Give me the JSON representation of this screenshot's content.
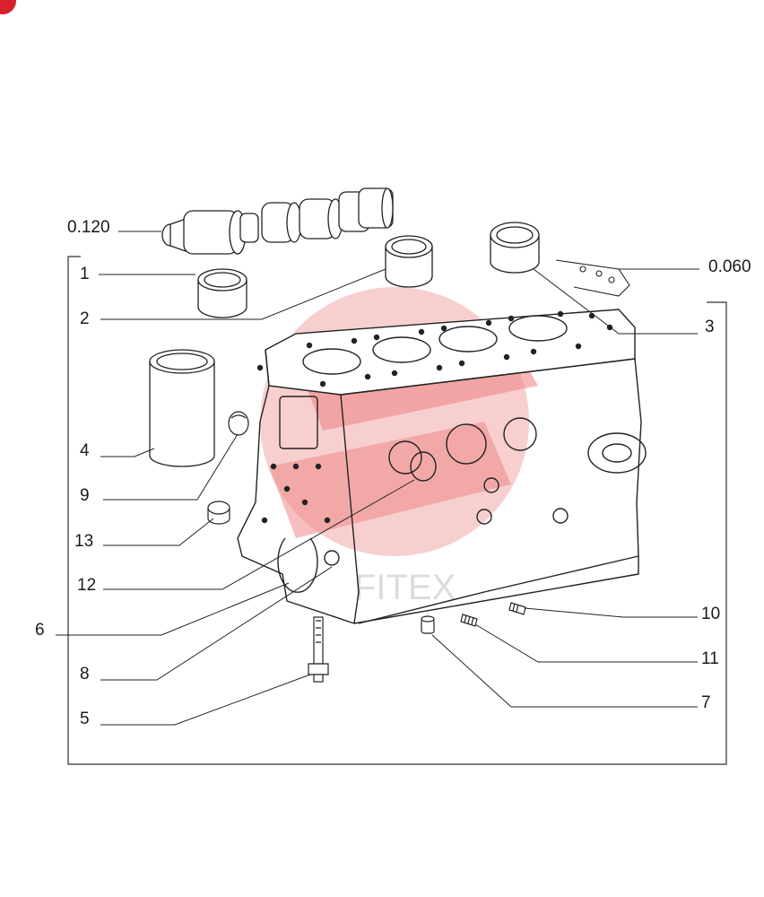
{
  "colors": {
    "line": "#222222",
    "watermark": "#e23b3b",
    "badge": "#d8202e"
  },
  "callouts": {
    "c0120": "0.120",
    "c1": "1",
    "c2": "2",
    "c3": "3",
    "c0060": "0.060",
    "c4": "4",
    "c9": "9",
    "c13": "13",
    "c12": "12",
    "c6": "6",
    "c8": "8",
    "c5": "5",
    "c10": "10",
    "c11": "11",
    "c7": "7"
  }
}
